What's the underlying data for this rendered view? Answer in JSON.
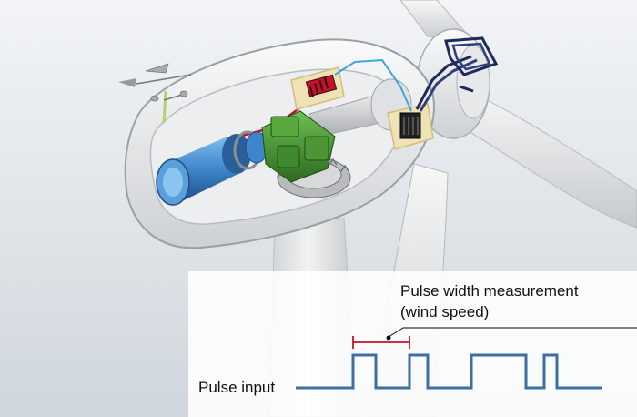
{
  "labels": {
    "measurement_line1": "Pulse width measurement",
    "measurement_line2": "(wind speed)",
    "pulse_input": "Pulse input"
  },
  "colors": {
    "background_top": "#f2f4f6",
    "background_bottom": "#cfd6dc",
    "nacelle": "#eeeeee",
    "pulse_line": "#3d6fa3",
    "measure_marker": "#c8102e",
    "generator": "#3e86c9",
    "gearbox": "#3f8a2c",
    "signal_cable": "#3aa6d9",
    "power_cable": "#c8102e",
    "anemometer_mast": "#b5d16a",
    "panel_frame": "#e9d9a6"
  }
}
